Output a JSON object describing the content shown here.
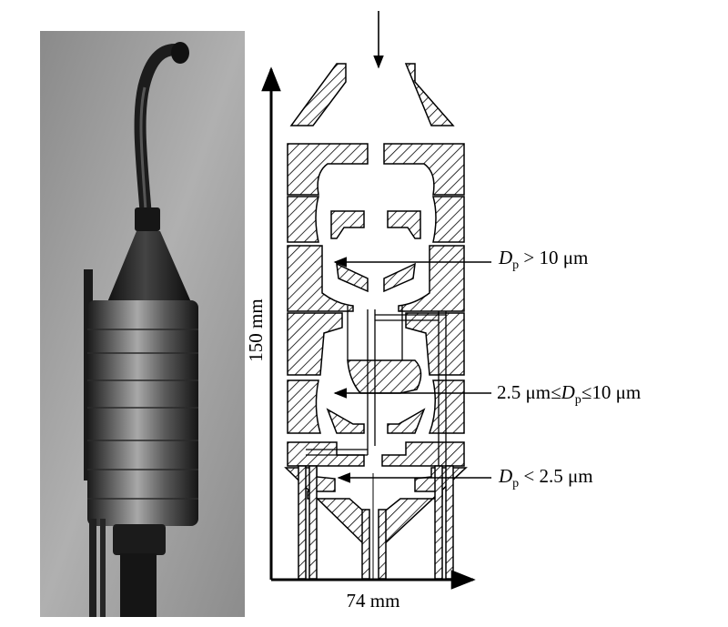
{
  "figure": {
    "dimensions": {
      "height": "150 mm",
      "width": "74 mm"
    },
    "labels": {
      "stage1": {
        "symbol": "D",
        "subscript": "p",
        "text": " > 10 μm"
      },
      "stage2": {
        "prefix": "2.5 μm≤",
        "symbol": "D",
        "subscript": "p",
        "suffix": "≤10 μm"
      },
      "stage3": {
        "symbol": "D",
        "subscript": "p",
        "text": " < 2.5 μm"
      }
    }
  }
}
